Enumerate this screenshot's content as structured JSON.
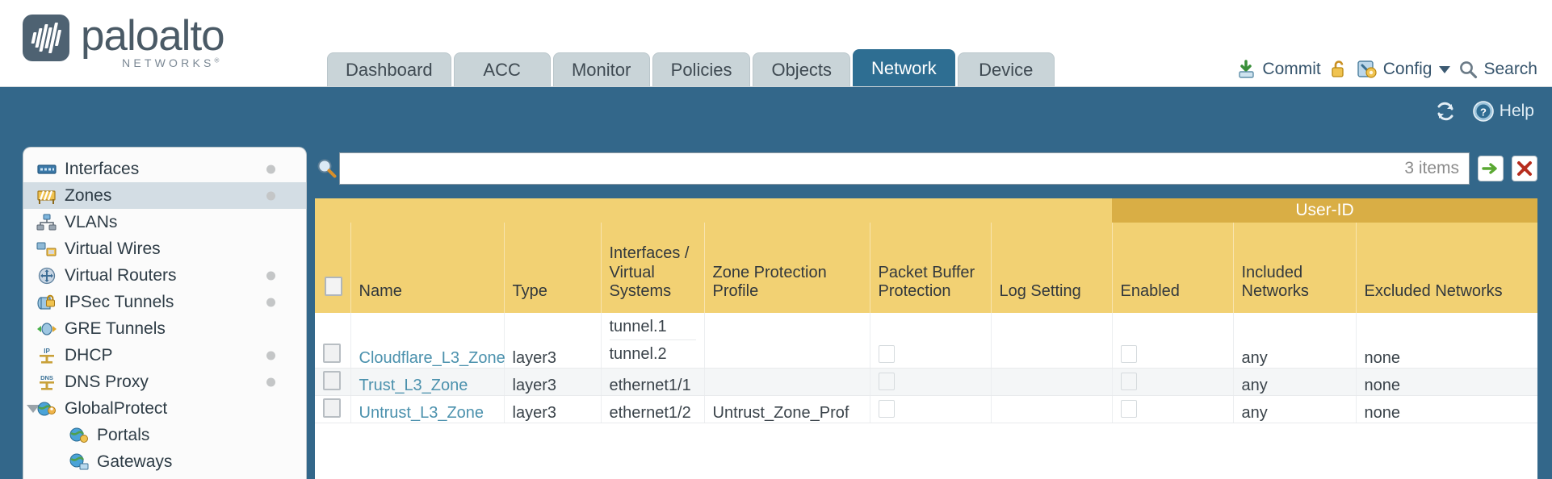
{
  "brand": {
    "name": "paloalto",
    "tagline": "NETWORKS",
    "registered": "®"
  },
  "nav": {
    "tabs": [
      {
        "label": "Dashboard",
        "active": false
      },
      {
        "label": "ACC",
        "active": false
      },
      {
        "label": "Monitor",
        "active": false
      },
      {
        "label": "Policies",
        "active": false
      },
      {
        "label": "Objects",
        "active": false
      },
      {
        "label": "Network",
        "active": true
      },
      {
        "label": "Device",
        "active": false
      }
    ]
  },
  "top_actions": {
    "commit_label": "Commit",
    "commit_icon": "commit-save-icon",
    "lock_icon": "unlock-icon",
    "config_label": "Config",
    "config_icon": "config-wrench-icon",
    "config_caret": "chevron-down-icon",
    "search_label": "Search",
    "search_icon": "search-icon"
  },
  "subband": {
    "refresh_icon": "refresh-icon",
    "help_label": "Help",
    "help_icon": "help-question-icon"
  },
  "sidebar": {
    "items": [
      {
        "label": "Interfaces",
        "icon": "interfaces-icon",
        "selected": false,
        "dot": true,
        "child": false,
        "caret": false
      },
      {
        "label": "Zones",
        "icon": "zones-icon",
        "selected": true,
        "dot": true,
        "child": false,
        "caret": false
      },
      {
        "label": "VLANs",
        "icon": "vlans-icon",
        "selected": false,
        "dot": false,
        "child": false,
        "caret": false
      },
      {
        "label": "Virtual Wires",
        "icon": "virtual-wires-icon",
        "selected": false,
        "dot": false,
        "child": false,
        "caret": false
      },
      {
        "label": "Virtual Routers",
        "icon": "virtual-routers-icon",
        "selected": false,
        "dot": true,
        "child": false,
        "caret": false
      },
      {
        "label": "IPSec Tunnels",
        "icon": "ipsec-tunnels-icon",
        "selected": false,
        "dot": true,
        "child": false,
        "caret": false
      },
      {
        "label": "GRE Tunnels",
        "icon": "gre-tunnels-icon",
        "selected": false,
        "dot": false,
        "child": false,
        "caret": false
      },
      {
        "label": "DHCP",
        "icon": "dhcp-icon",
        "selected": false,
        "dot": true,
        "child": false,
        "caret": false
      },
      {
        "label": "DNS Proxy",
        "icon": "dns-proxy-icon",
        "selected": false,
        "dot": true,
        "child": false,
        "caret": false
      },
      {
        "label": "GlobalProtect",
        "icon": "globalprotect-icon",
        "selected": false,
        "dot": false,
        "child": false,
        "caret": true
      },
      {
        "label": "Portals",
        "icon": "portals-icon",
        "selected": false,
        "dot": false,
        "child": true,
        "caret": false
      },
      {
        "label": "Gateways",
        "icon": "gateways-icon",
        "selected": false,
        "dot": false,
        "child": true,
        "caret": false
      }
    ]
  },
  "search": {
    "icon": "search-magnifier-icon",
    "value": "",
    "placeholder": "",
    "item_count": "3 items",
    "apply_icon": "apply-arrow-icon",
    "clear_icon": "clear-x-icon"
  },
  "table": {
    "group_headers": [
      {
        "label": "",
        "span": 7
      },
      {
        "label": "User-ID",
        "span": 3
      }
    ],
    "columns": [
      {
        "key": "check",
        "label": ""
      },
      {
        "key": "name",
        "label": "Name"
      },
      {
        "key": "type",
        "label": "Type"
      },
      {
        "key": "ifaces",
        "label": "Interfaces / Virtual Systems"
      },
      {
        "key": "zpp",
        "label": "Zone Protection Profile"
      },
      {
        "key": "pbp",
        "label": "Packet Buffer Protection"
      },
      {
        "key": "logset",
        "label": "Log Setting"
      },
      {
        "key": "enabled",
        "label": "Enabled"
      },
      {
        "key": "included",
        "label": "Included Networks"
      },
      {
        "key": "excluded",
        "label": "Excluded Networks"
      }
    ],
    "rows": [
      {
        "name": "Cloudflare_L3_Zone",
        "type": "layer3",
        "interfaces": [
          "tunnel.1",
          "tunnel.2"
        ],
        "zone_protection_profile": "",
        "packet_buffer_protection": false,
        "log_setting": "",
        "userid_enabled": false,
        "included_networks": "any",
        "excluded_networks": "none"
      },
      {
        "name": "Trust_L3_Zone",
        "type": "layer3",
        "interfaces": [
          "ethernet1/1"
        ],
        "zone_protection_profile": "",
        "packet_buffer_protection": false,
        "log_setting": "",
        "userid_enabled": false,
        "included_networks": "any",
        "excluded_networks": "none"
      },
      {
        "name": "Untrust_L3_Zone",
        "type": "layer3",
        "interfaces": [
          "ethernet1/2"
        ],
        "zone_protection_profile": "Untrust_Zone_Prof",
        "packet_buffer_protection": false,
        "log_setting": "",
        "userid_enabled": false,
        "included_networks": "any",
        "excluded_networks": "none"
      }
    ]
  },
  "colors": {
    "brand_blue": "#33678a",
    "active_tab": "#2e6e92",
    "tab_grey": "#c9d4d8",
    "header_yellow": "#f2d173",
    "group_yellow": "#d9ae45",
    "link_teal": "#4b91ad",
    "sidebar_selected": "#d3dde4"
  }
}
